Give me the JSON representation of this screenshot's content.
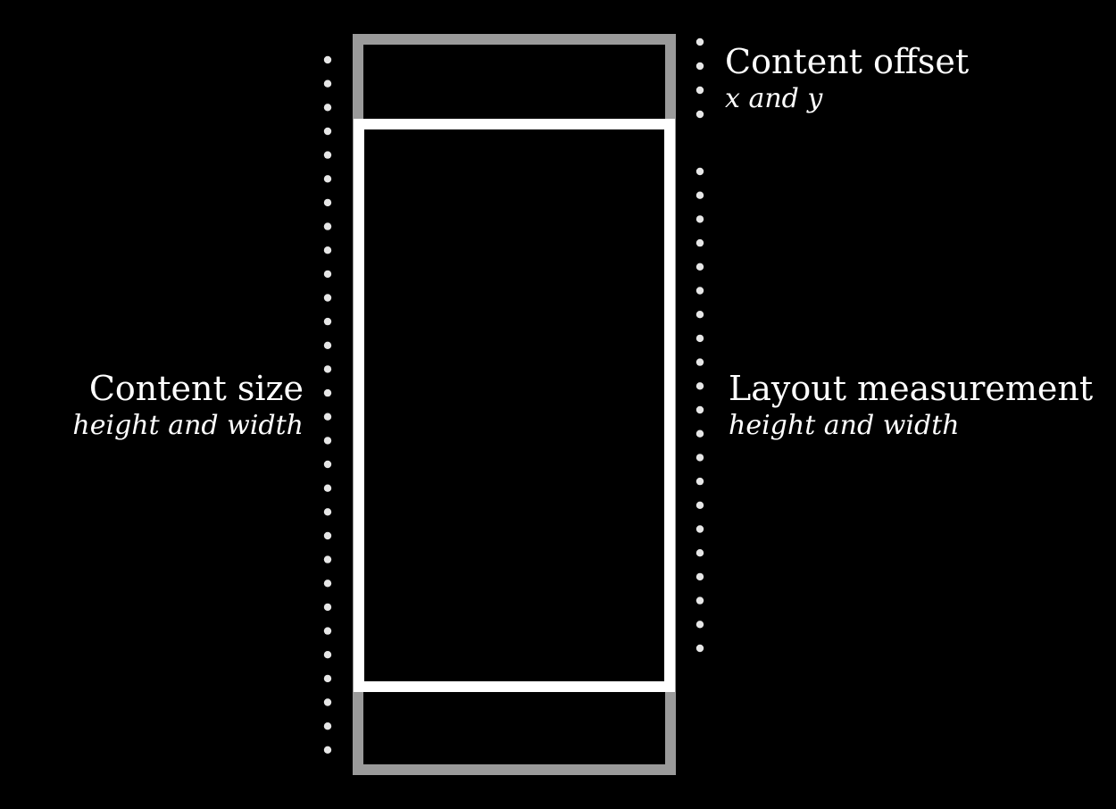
{
  "labels": {
    "content_offset": {
      "title": "Content offset",
      "subtitle": "x and y"
    },
    "content_size": {
      "title": "Content size",
      "subtitle": "height and width"
    },
    "layout_measurement": {
      "title": "Layout measurement",
      "subtitle": "height and width"
    }
  },
  "colors": {
    "background": "#000000",
    "content_frame": "#9a9a9a",
    "viewport_frame": "#ffffff",
    "dots": "#e6e6e6",
    "text": "#ffffff"
  }
}
